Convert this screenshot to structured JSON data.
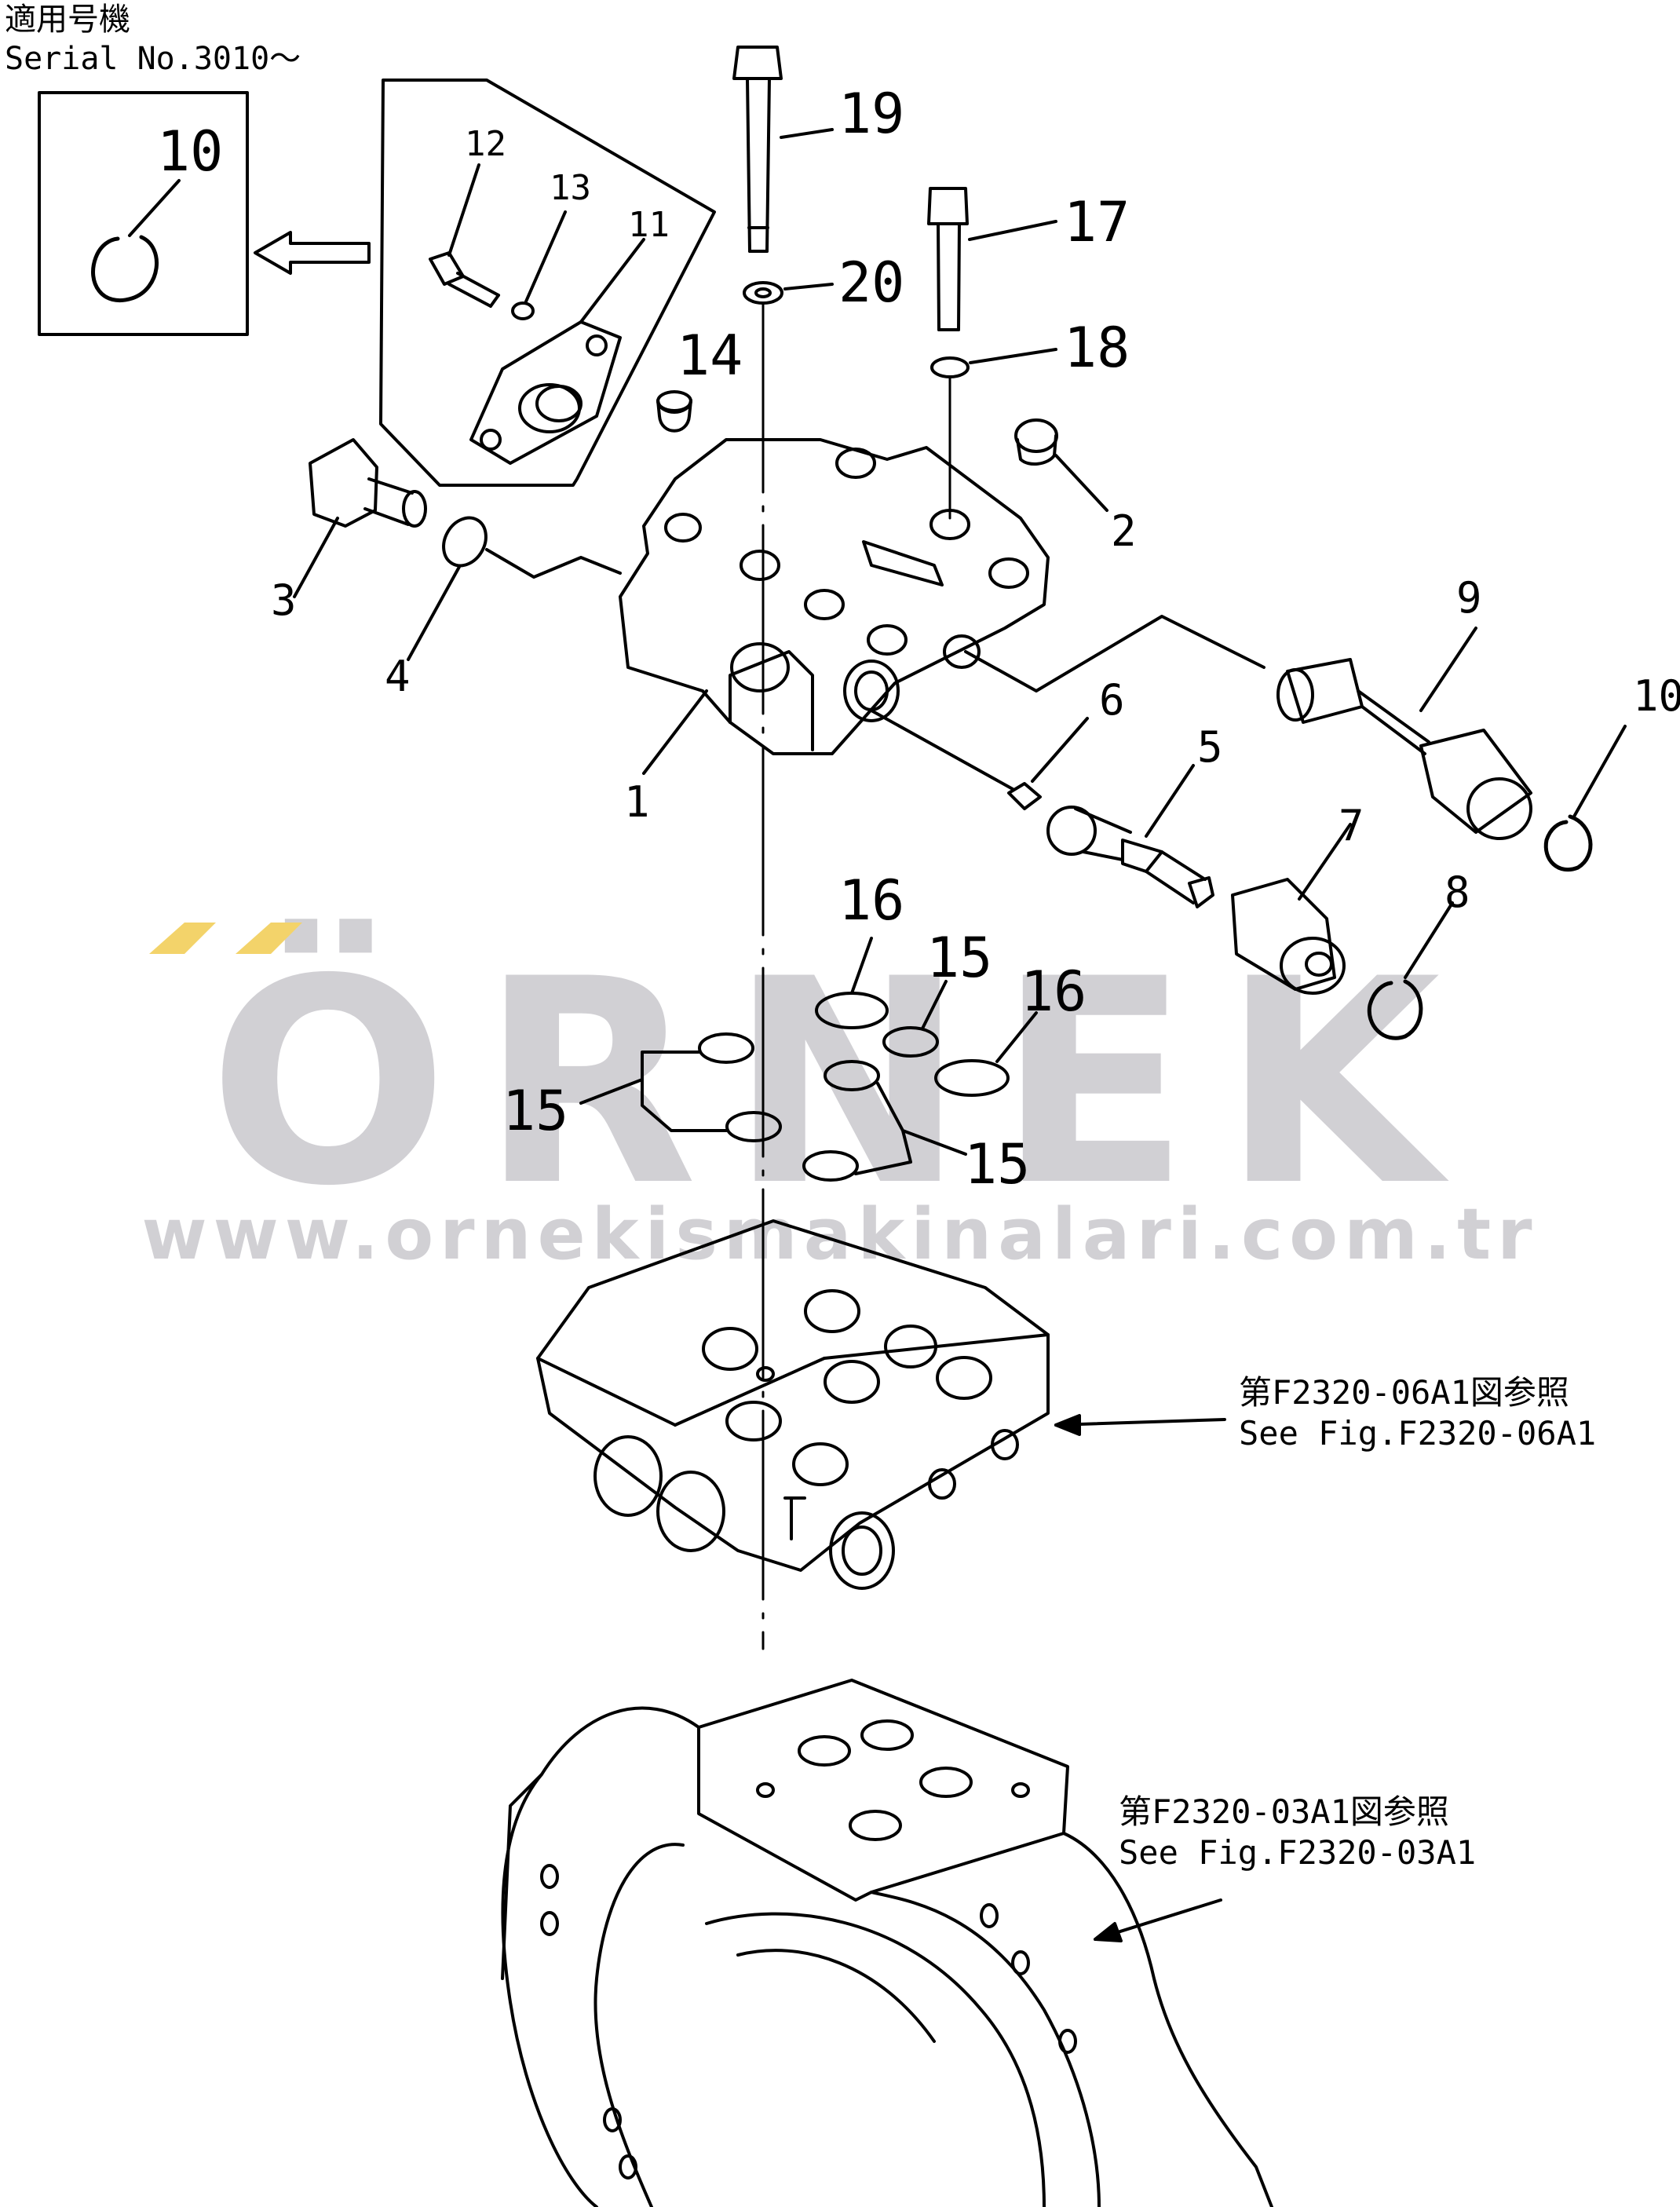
{
  "header": {
    "applicable_models": "適用号機",
    "serial": "Serial No.3010～"
  },
  "inset": {
    "part_label": "10"
  },
  "parts": {
    "p1": "1",
    "p2": "2",
    "p3": "3",
    "p4": "4",
    "p5": "5",
    "p6": "6",
    "p7": "7",
    "p8": "8",
    "p9": "9",
    "p10": "10",
    "p11": "11",
    "p12": "12",
    "p13": "13",
    "p14": "14",
    "p15a": "15",
    "p15b": "15",
    "p15c": "15",
    "p16a": "16",
    "p16b": "16",
    "p17": "17",
    "p18": "18",
    "p19": "19",
    "p20": "20"
  },
  "references": {
    "ref1_jp": "第F2320-06A1図参照",
    "ref1_en": "See Fig.F2320-06A1",
    "ref2_jp": "第F2320-03A1図参照",
    "ref2_en": "See Fig.F2320-03A1"
  },
  "watermark": {
    "logo": "ÖRNEK",
    "url": "www.ornekismakinalari.com.tr",
    "accent_color": "#f3d36a",
    "gray_color": "#c9c8cd"
  }
}
